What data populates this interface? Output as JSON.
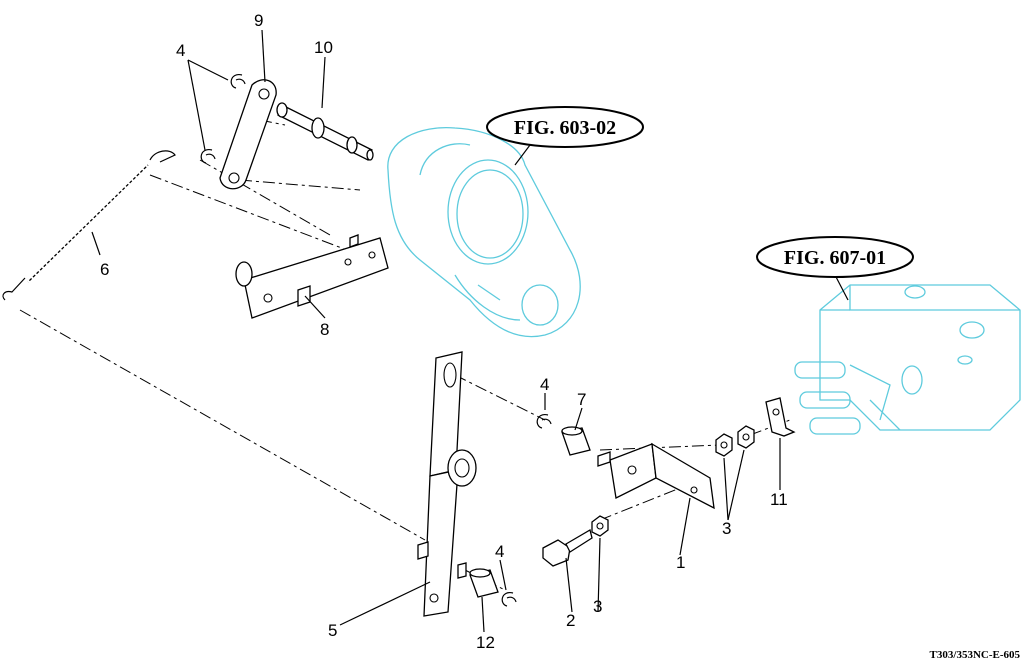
{
  "figure_refs": {
    "fig_a": "FIG. 603-02",
    "fig_b": "FIG. 607-01"
  },
  "callouts": {
    "c1": "1",
    "c2": "2",
    "c3a": "3",
    "c3b": "3",
    "c4a": "4",
    "c4b": "4",
    "c4c": "4",
    "c5": "5",
    "c6": "6",
    "c7": "7",
    "c8": "8",
    "c9": "9",
    "c10": "10",
    "c11": "11",
    "c12": "12"
  },
  "drawing_code": "T303/353NC-E-605",
  "colors": {
    "line": "#000000",
    "reference_assembly": "#5ecbdd",
    "background": "#ffffff"
  }
}
